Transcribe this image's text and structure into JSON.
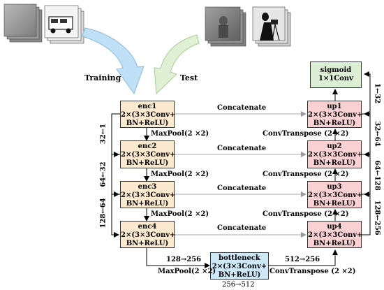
{
  "inputs": {
    "training_label": "Training",
    "test_label": "Test"
  },
  "encoder": [
    {
      "name": "enc1",
      "line1": "2×(3×3Conv+",
      "line2": "BN+ReLU)"
    },
    {
      "name": "enc2",
      "line1": "2×(3×3Conv+",
      "line2": "BN+ReLU)"
    },
    {
      "name": "enc3",
      "line1": "2×(3×3Conv+",
      "line2": "BN+ReLU)"
    },
    {
      "name": "enc4",
      "line1": "2×(3×3Conv+",
      "line2": "BN+ReLU)"
    }
  ],
  "decoder": [
    {
      "name": "up1",
      "line1": "2×(3×3Conv+",
      "line2": "BN+ReLU)"
    },
    {
      "name": "up2",
      "line1": "2×(3×3Conv+",
      "line2": "BN+ReLU)"
    },
    {
      "name": "up3",
      "line1": "2×(3×3Conv+",
      "line2": "BN+ReLU)"
    },
    {
      "name": "up4",
      "line1": "2×(3×3Conv+",
      "line2": "BN+ReLU)"
    }
  ],
  "bottleneck": {
    "name": "bottleneck",
    "line1": "2×(3×3Conv+",
    "line2": "BN+ReLU)",
    "channels": "256→512"
  },
  "sigmoid": {
    "name": "sigmoid",
    "line1": "1×1Conv"
  },
  "labels": {
    "concatenate": "Concatenate",
    "maxpool": "MaxPool(2 ×2)",
    "convtranspose": "ConvTranspose (2 ×2)",
    "enc4_to_bottleneck": "128→256",
    "bottleneck_to_up4": "512→256"
  },
  "channels_left": [
    "32←1",
    "64←32",
    "128←64"
  ],
  "channels_right": [
    "1←32",
    "32←64",
    "64←128",
    "128←256"
  ]
}
